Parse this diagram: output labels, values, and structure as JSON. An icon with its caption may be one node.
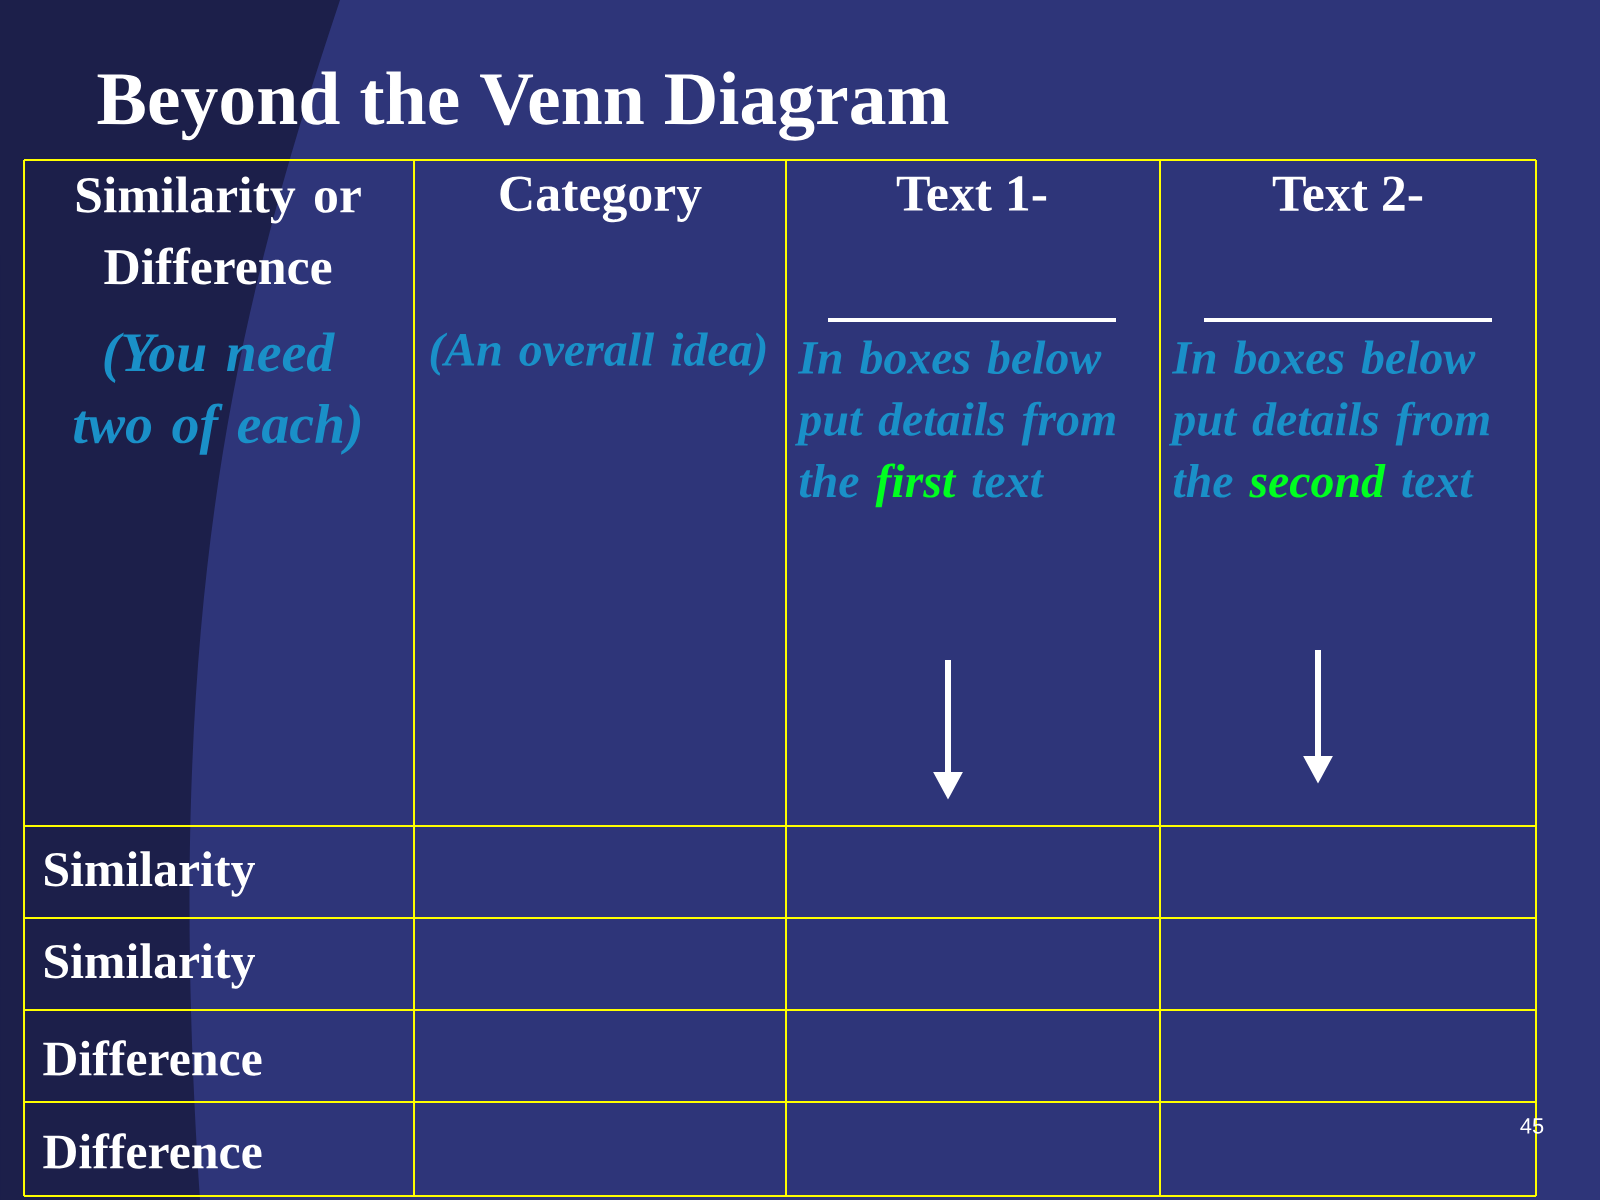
{
  "diagram": {
    "title": "Beyond the Venn Diagram",
    "labels": [
      "Similarity or Difference",
      "(You need two of each)",
      "Category",
      "(An overall idea)",
      "Text 1-",
      "In boxes below put details from the",
      "first",
      "text",
      "Text 2-",
      "In boxes below put details from the",
      "second",
      "text",
      "Similarity",
      "Similarity",
      "Difference",
      "Difference",
      "45"
    ]
  }
}
